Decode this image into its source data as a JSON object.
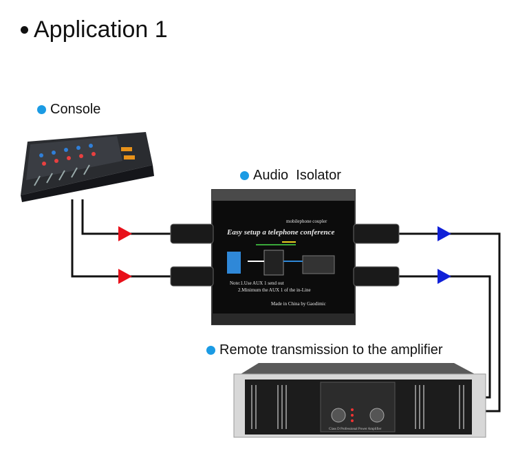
{
  "title": "Application 1",
  "accent": "#1b9be4",
  "labels": {
    "console": "Console",
    "isolator": "Audio  Isolator",
    "amplifier": "Remote transmission to the amplifier"
  },
  "isolator_box": {
    "small_title": "mobilephone coupler",
    "heading": "Easy setup a telephone conference",
    "note1": "Note:1.Use AUX 1 send out",
    "note2": "2.Minimum the AUX 1 of the in-Line",
    "made_in": "Made  in China  by Gaodimic"
  },
  "amplifier": {
    "caption": "Class D Professional Power Amplifier"
  },
  "colors": {
    "input_arrow": "#e8101a",
    "output_arrow": "#1020d8",
    "wire": "#111111"
  }
}
